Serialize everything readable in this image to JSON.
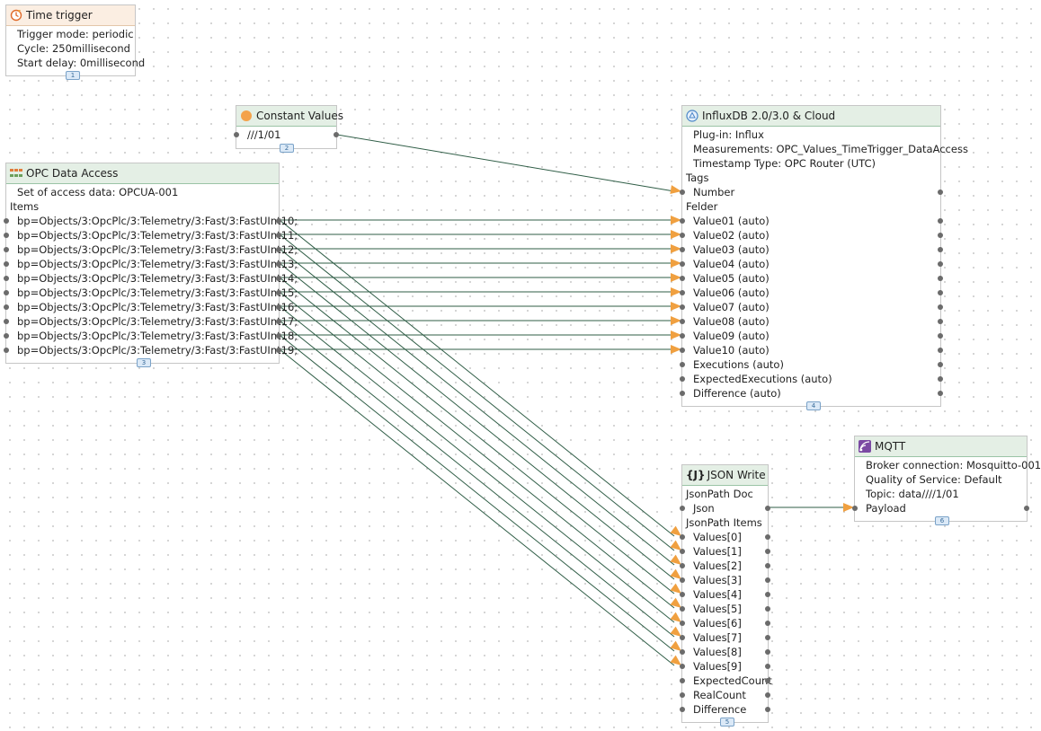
{
  "time_trigger": {
    "title": "Time trigger",
    "lines": [
      "Trigger mode: periodic",
      "Cycle: 250millisecond",
      "Start delay: 0millisecond"
    ],
    "badge": "1"
  },
  "constant_values": {
    "title": "Constant Values",
    "value": "///1/01",
    "badge": "2"
  },
  "opc": {
    "title": "OPC Data Access",
    "access": "Set of access data: OPCUA-001",
    "items_label": "Items",
    "items": [
      "bp=Objects/3:OpcPlc/3:Telemetry/3:Fast/3:FastUInt10;",
      "bp=Objects/3:OpcPlc/3:Telemetry/3:Fast/3:FastUInt11;",
      "bp=Objects/3:OpcPlc/3:Telemetry/3:Fast/3:FastUInt12;",
      "bp=Objects/3:OpcPlc/3:Telemetry/3:Fast/3:FastUInt13;",
      "bp=Objects/3:OpcPlc/3:Telemetry/3:Fast/3:FastUInt14;",
      "bp=Objects/3:OpcPlc/3:Telemetry/3:Fast/3:FastUInt15;",
      "bp=Objects/3:OpcPlc/3:Telemetry/3:Fast/3:FastUInt16;",
      "bp=Objects/3:OpcPlc/3:Telemetry/3:Fast/3:FastUInt17;",
      "bp=Objects/3:OpcPlc/3:Telemetry/3:Fast/3:FastUInt18;",
      "bp=Objects/3:OpcPlc/3:Telemetry/3:Fast/3:FastUInt19;"
    ],
    "badge": "3"
  },
  "influx": {
    "title": "InfluxDB 2.0/3.0 & Cloud",
    "lines": [
      "Plug-in: Influx",
      "Measurements: OPC_Values_TimeTrigger_DataAccess",
      "Timestamp Type: OPC Router (UTC)"
    ],
    "tags_label": "Tags",
    "tags": [
      "Number"
    ],
    "fields_label": "Felder",
    "fields": [
      "Value01 (auto)",
      "Value02 (auto)",
      "Value03 (auto)",
      "Value04 (auto)",
      "Value05 (auto)",
      "Value06 (auto)",
      "Value07 (auto)",
      "Value08 (auto)",
      "Value09 (auto)",
      "Value10 (auto)",
      "Executions (auto)",
      "ExpectedExecutions (auto)",
      "Difference (auto)"
    ],
    "badge": "4"
  },
  "json_write": {
    "title": "JSON Write",
    "icon_text": "{J}",
    "doc_label": "JsonPath Doc",
    "doc_items": [
      "Json"
    ],
    "items_label": "JsonPath Items",
    "items": [
      "Values[0]",
      "Values[1]",
      "Values[2]",
      "Values[3]",
      "Values[4]",
      "Values[5]",
      "Values[6]",
      "Values[7]",
      "Values[8]",
      "Values[9]",
      "ExpectedCount",
      "RealCount",
      "Difference"
    ],
    "badge": "5"
  },
  "mqtt": {
    "title": "MQTT",
    "lines": [
      "Broker connection: Mosquitto-001",
      "Quality of Service: Default",
      "Topic: data////1/01"
    ],
    "payload": "Payload",
    "badge": "6"
  },
  "colors": {
    "wire": "#2f5d46",
    "arrow": "#f0a040",
    "header_green": "#e4efe5",
    "header_orange": "#fbeee2"
  }
}
